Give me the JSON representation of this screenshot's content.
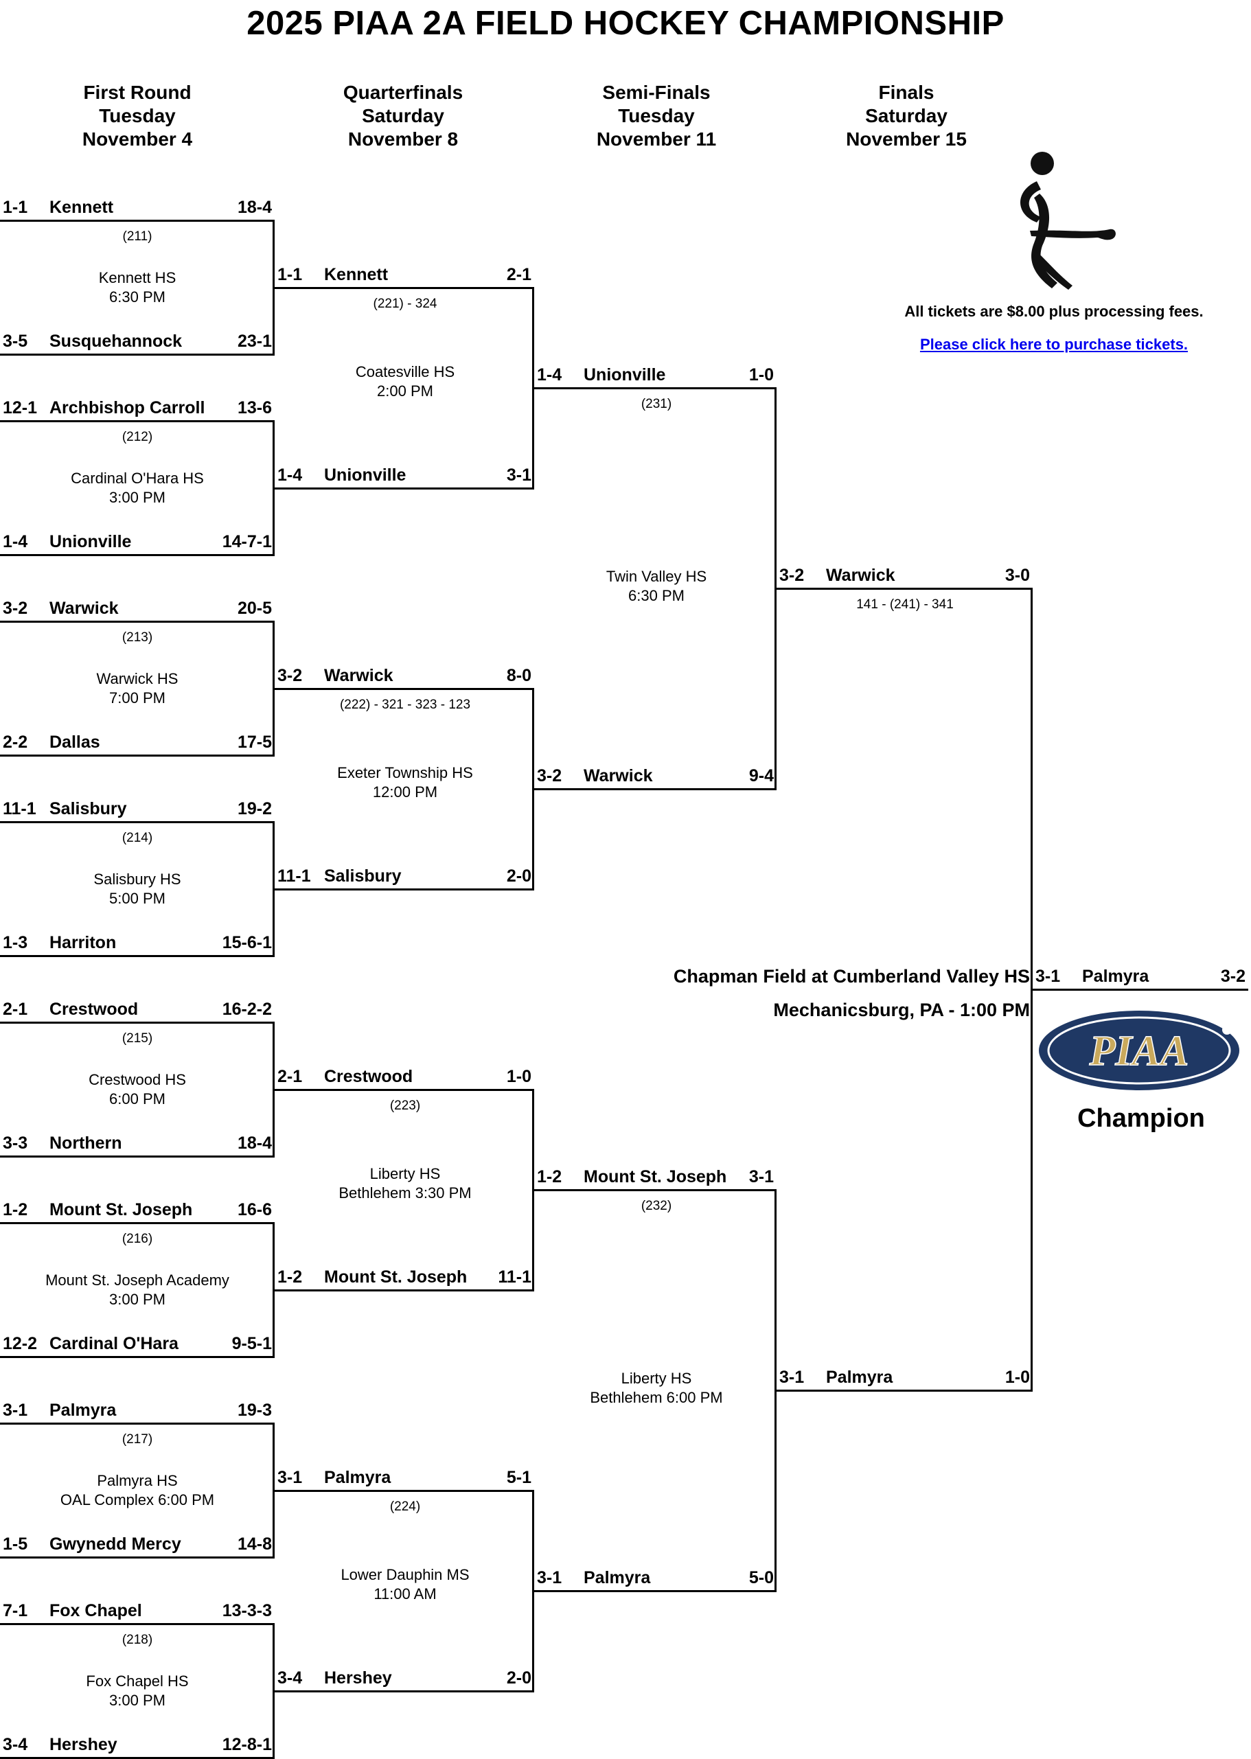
{
  "title": "2025 PIAA 2A FIELD HOCKEY CHAMPIONSHIP",
  "rounds": [
    {
      "name": "First Round",
      "day": "Tuesday",
      "date": "November 4"
    },
    {
      "name": "Quarterfinals",
      "day": "Saturday",
      "date": "November 8"
    },
    {
      "name": "Semi-Finals",
      "day": "Tuesday",
      "date": "November 11"
    },
    {
      "name": "Finals",
      "day": "Saturday",
      "date": "November 15"
    }
  ],
  "first_round": [
    {
      "seed": "1-1",
      "team": "Kennett",
      "record": "18-4"
    },
    {
      "seed": "3-5",
      "team": "Susquehannock",
      "record": "23-1"
    },
    {
      "seed": "12-1",
      "team": "Archbishop Carroll",
      "record": "13-6"
    },
    {
      "seed": "1-4",
      "team": "Unionville",
      "record": "14-7-1"
    },
    {
      "seed": "3-2",
      "team": "Warwick",
      "record": "20-5"
    },
    {
      "seed": "2-2",
      "team": "Dallas",
      "record": "17-5"
    },
    {
      "seed": "11-1",
      "team": "Salisbury",
      "record": "19-2"
    },
    {
      "seed": "1-3",
      "team": "Harriton",
      "record": "15-6-1"
    },
    {
      "seed": "2-1",
      "team": "Crestwood",
      "record": "16-2-2"
    },
    {
      "seed": "3-3",
      "team": "Northern",
      "record": "18-4"
    },
    {
      "seed": "1-2",
      "team": "Mount St. Joseph",
      "record": "16-6"
    },
    {
      "seed": "12-2",
      "team": "Cardinal O'Hara",
      "record": "9-5-1"
    },
    {
      "seed": "3-1",
      "team": "Palmyra",
      "record": "19-3"
    },
    {
      "seed": "1-5",
      "team": "Gwynedd Mercy",
      "record": "14-8"
    },
    {
      "seed": "7-1",
      "team": "Fox Chapel",
      "record": "13-3-3"
    },
    {
      "seed": "3-4",
      "team": "Hershey",
      "record": "12-8-1"
    }
  ],
  "first_round_games": [
    {
      "game": "(211)",
      "site": "Kennett HS",
      "time": "6:30 PM"
    },
    {
      "game": "(212)",
      "site": "Cardinal O'Hara HS",
      "time": "3:00 PM"
    },
    {
      "game": "(213)",
      "site": "Warwick HS",
      "time": "7:00 PM"
    },
    {
      "game": "(214)",
      "site": "Salisbury HS",
      "time": "5:00 PM"
    },
    {
      "game": "(215)",
      "site": "Crestwood HS",
      "time": "6:00 PM"
    },
    {
      "game": "(216)",
      "site": "Mount St. Joseph Academy",
      "time": "3:00 PM"
    },
    {
      "game": "(217)",
      "site": "Palmyra HS",
      "time": "OAL Complex 6:00 PM"
    },
    {
      "game": "(218)",
      "site": "Fox Chapel HS",
      "time": "3:00 PM"
    }
  ],
  "quarterfinals": [
    {
      "seed": "1-1",
      "team": "Kennett",
      "score": "2-1"
    },
    {
      "seed": "1-4",
      "team": "Unionville",
      "score": "3-1"
    },
    {
      "seed": "3-2",
      "team": "Warwick",
      "score": "8-0"
    },
    {
      "seed": "11-1",
      "team": "Salisbury",
      "score": "2-0"
    },
    {
      "seed": "2-1",
      "team": "Crestwood",
      "score": "1-0"
    },
    {
      "seed": "1-2",
      "team": "Mount St. Joseph",
      "score": "11-1"
    },
    {
      "seed": "3-1",
      "team": "Palmyra",
      "score": "5-1"
    },
    {
      "seed": "3-4",
      "team": "Hershey",
      "score": "2-0"
    }
  ],
  "quarterfinal_games": [
    {
      "game": "(221) - 324",
      "site": "Coatesville HS",
      "time": "2:00 PM"
    },
    {
      "game": "(222) - 321 - 323 - 123",
      "site": "Exeter Township HS",
      "time": "12:00 PM"
    },
    {
      "game": "(223)",
      "site": "Liberty HS",
      "time": "Bethlehem 3:30 PM"
    },
    {
      "game": "(224)",
      "site": "Lower Dauphin MS",
      "time": "11:00 AM"
    }
  ],
  "semifinals": [
    {
      "seed": "1-4",
      "team": "Unionville",
      "score": "1-0"
    },
    {
      "seed": "3-2",
      "team": "Warwick",
      "score": "9-4"
    },
    {
      "seed": "1-2",
      "team": "Mount St. Joseph",
      "score": "3-1"
    },
    {
      "seed": "3-1",
      "team": "Palmyra",
      "score": "5-0"
    }
  ],
  "semifinal_games": [
    {
      "game": "(231)",
      "site": "Twin Valley HS",
      "time": "6:30 PM"
    },
    {
      "game": "(232)",
      "site": "Liberty HS",
      "time": "Bethlehem 6:00 PM"
    }
  ],
  "finals": [
    {
      "seed": "3-2",
      "team": "Warwick",
      "score": "3-0"
    },
    {
      "seed": "3-1",
      "team": "Palmyra",
      "score": "1-0"
    }
  ],
  "final_game": {
    "game": "141 - (241) - 341"
  },
  "champion": {
    "seed": "3-1",
    "team": "Palmyra",
    "score": "3-2",
    "label": "Champion"
  },
  "venue": {
    "line1": "Chapman Field at Cumberland Valley HS",
    "line2": "Mechanicsburg, PA - 1:00 PM"
  },
  "tickets": {
    "price_text": "All tickets are $8.00 plus processing fees.",
    "link_text": "Please click here to purchase tickets."
  },
  "logo": {
    "text": "PIAA",
    "fill": "#1f3864",
    "gold": "#c9a95c",
    "icon": "piaa-logo"
  },
  "icons": {
    "player": "field-hockey-player-icon"
  }
}
